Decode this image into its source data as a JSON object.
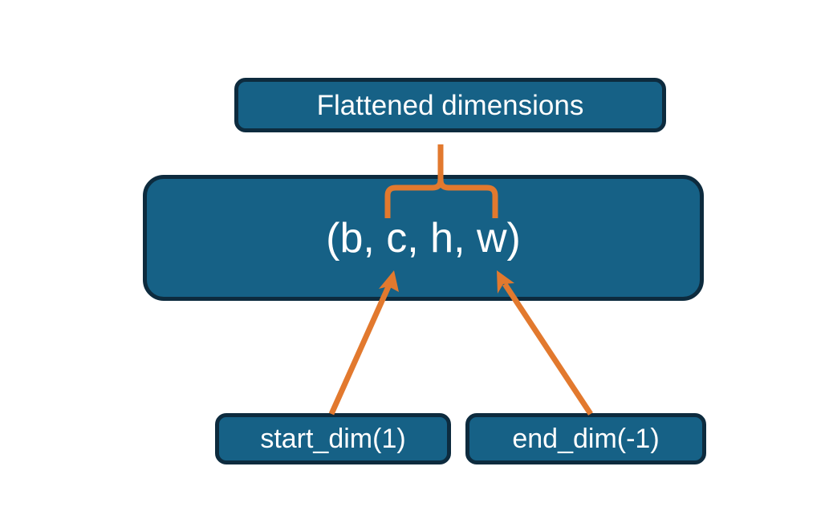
{
  "diagram": {
    "title_node": {
      "label": "Flattened dimensions",
      "name": "flattened-dimensions-box"
    },
    "shape_node": {
      "label": "(b, c, h, w)",
      "name": "tensor-shape-box",
      "dims": [
        "b",
        "c",
        "h",
        "w"
      ]
    },
    "argument_nodes": [
      {
        "label": "start_dim(1)",
        "name": "start-dim-box",
        "value": 1
      },
      {
        "label": "end_dim(-1)",
        "name": "end-dim-box",
        "value": -1
      }
    ],
    "annotations": {
      "brace": {
        "name": "flattened-range-brace",
        "spans_dims": [
          "c",
          "h",
          "w"
        ],
        "points_to": "Flattened dimensions"
      },
      "start_arrow": {
        "name": "start-dim-arrow",
        "from": "start_dim(1)",
        "to": "c"
      },
      "end_arrow": {
        "name": "end-dim-arrow",
        "from": "end_dim(-1)",
        "to": "w"
      }
    },
    "colors": {
      "node_fill": "#166186",
      "node_border": "#0d2b3e",
      "node_text": "#ffffff",
      "accent": "#e2792e",
      "background": "#ffffff"
    }
  }
}
